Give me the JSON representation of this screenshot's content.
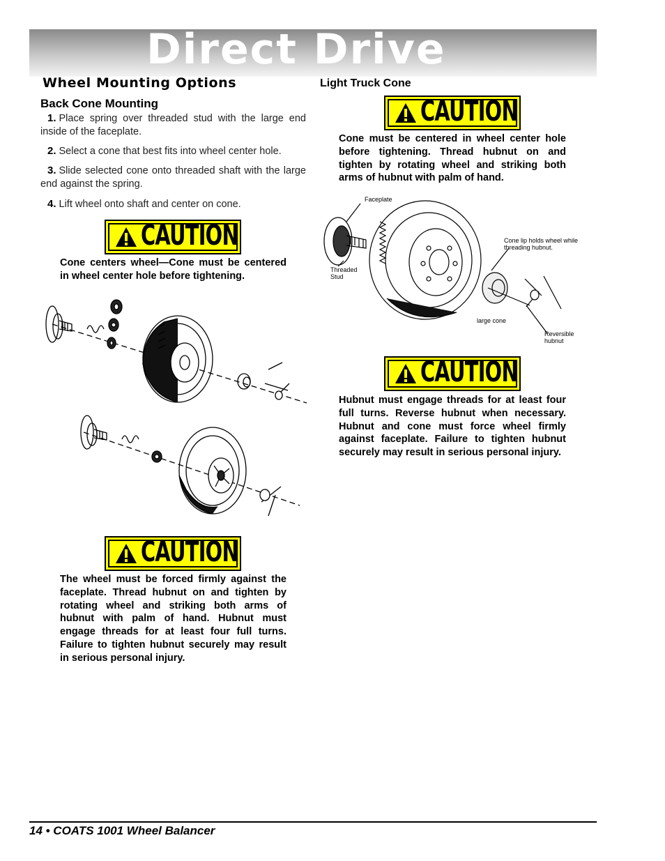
{
  "banner": {
    "title": "Direct Drive"
  },
  "section": {
    "title": "Wheel Mounting Options"
  },
  "back_cone": {
    "heading": "Back Cone Mounting",
    "steps": [
      {
        "num": "1.",
        "text": "Place spring over threaded stud with the large end inside of the faceplate."
      },
      {
        "num": "2.",
        "text": "Select a cone that best fits into wheel center hole."
      },
      {
        "num": "3.",
        "text": "Slide selected cone onto threaded shaft with the large end against the spring."
      },
      {
        "num": "4.",
        "text": "Lift wheel onto shaft and center on cone."
      }
    ]
  },
  "light_truck": {
    "heading": "Light Truck Cone"
  },
  "cautions": [
    {
      "label": "CAUTION",
      "text": "Cone must be centered in wheel center hole before tightening. Thread hubnut on and tighten by rotating wheel and striking both arms of hubnut with palm of hand."
    },
    {
      "label": "CAUTION",
      "text": "Cone centers wheel—Cone must be centered in wheel center hole before tightening."
    },
    {
      "label": "CAUTION",
      "text": "Hubnut must engage threads for at least four full turns. Reverse hubnut when necessary. Hubnut and cone must force wheel firmly against faceplate. Failure to tighten hubnut securely may result in serious personal injury."
    },
    {
      "label": "CAUTION",
      "text": "The wheel must be forced firmly against the faceplate. Thread hubnut on and tighten by rotating wheel and striking both arms of hubnut with palm of hand. Hubnut must engage threads for at least four full turns. Failure to tighten hubnut securely may result in serious personal injury."
    }
  ],
  "illustration_labels": {
    "faceplate": "Faceplate",
    "threaded_stud_1": "Threaded",
    "threaded_stud_2": "Stud",
    "cone_lip_1": "Cone lip holds wheel while",
    "cone_lip_2": "threading hubnut.",
    "large_cone": "large cone",
    "reversible_1": "Reversible",
    "reversible_2": "hubnut"
  },
  "footer": {
    "text": "14 • COATS 1001 Wheel Balancer"
  }
}
